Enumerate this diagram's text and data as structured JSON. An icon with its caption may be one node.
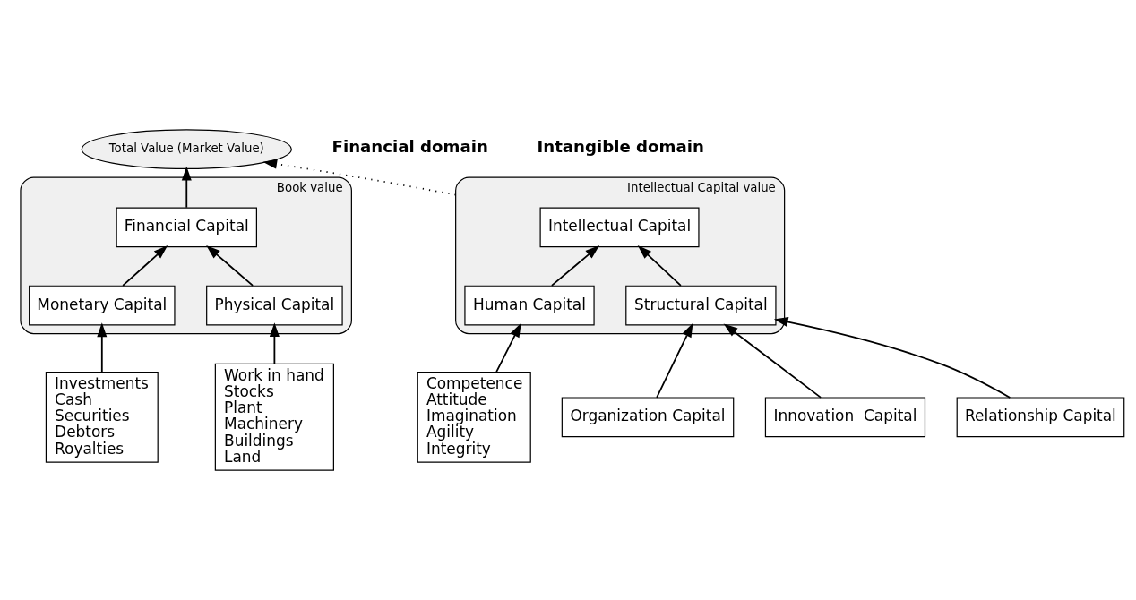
{
  "diagram": {
    "nodes": [
      {
        "text": [
          "Total Value (Market Value)"
        ]
      },
      {
        "text": [
          "Book value"
        ]
      },
      {
        "text": [
          "Financial Capital"
        ],
        "in": 1
      },
      {
        "text": [
          "Monetary Capital"
        ],
        "in": 1
      },
      {
        "text": [
          "Physical Capital"
        ],
        "in": 1
      },
      {
        "text": [
          "Investments",
          "Cash",
          "Securities",
          "Debtors",
          "Royalties"
        ]
      },
      {
        "text": [
          "Work in hand",
          "Stocks",
          "Plant",
          "Machinery",
          "Buildings",
          "Land"
        ]
      },
      {
        "text": [
          "Intellectual Capital value"
        ]
      },
      {
        "text": [
          "Intellectual Capital"
        ],
        "in": 7
      },
      {
        "text": [
          "Human Capital"
        ],
        "in": 7
      },
      {
        "text": [
          "Structural Capital"
        ],
        "in": 7
      },
      {
        "text": [
          "Competence",
          "Attitude",
          "Imagination",
          "Agility",
          "Integrity"
        ]
      },
      {
        "text": [
          "Organization Capital"
        ]
      },
      {
        "text": [
          "Innovation  Capital"
        ]
      },
      {
        "text": [
          "Relationship Capital"
        ]
      }
    ],
    "edges": [
      {
        "from": 2,
        "to": 0,
        "arrow": "to"
      },
      {
        "from": 3,
        "to": 2,
        "arrow": "to"
      },
      {
        "from": 4,
        "to": 2,
        "arrow": "to"
      },
      {
        "from": 5,
        "to": 3,
        "arrow": "to"
      },
      {
        "from": 6,
        "to": 4,
        "arrow": "to"
      },
      {
        "from": 7,
        "to": 0,
        "arrow": "to",
        "style": "dashed"
      },
      {
        "from": 9,
        "to": 8,
        "arrow": "to"
      },
      {
        "from": 10,
        "to": 8,
        "arrow": "to"
      },
      {
        "from": 11,
        "to": 9,
        "arrow": "to"
      },
      {
        "from": 12,
        "to": 10,
        "arrow": "to"
      },
      {
        "from": 13,
        "to": 10,
        "arrow": "to"
      },
      {
        "from": 14,
        "to": 10,
        "arrow": "to"
      }
    ],
    "labels": [
      "Financial domain",
      "Intangible domain"
    ]
  }
}
